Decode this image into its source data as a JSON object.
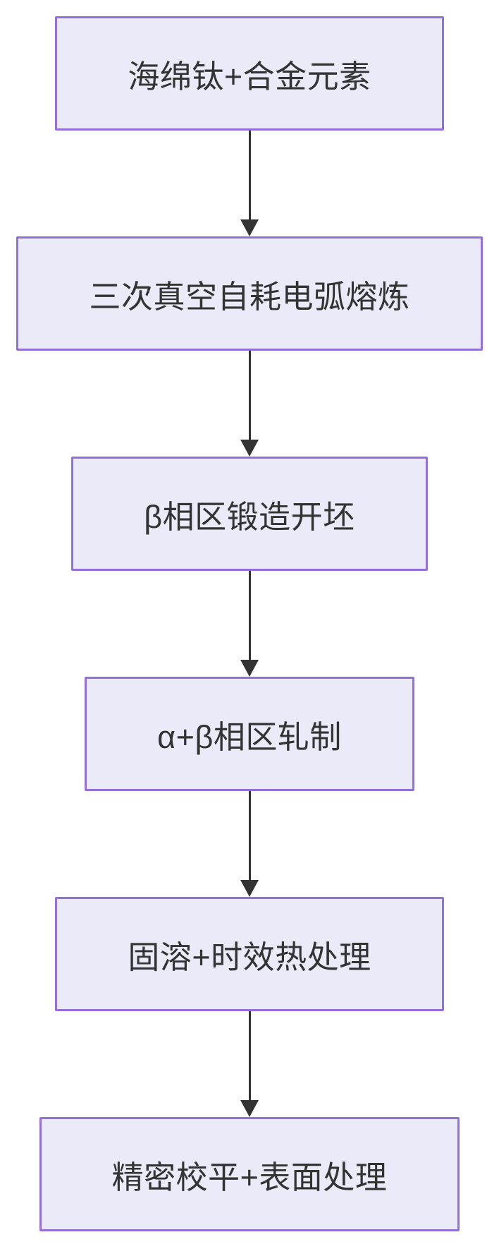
{
  "diagram": {
    "type": "flowchart",
    "direction": "top-down",
    "title": "",
    "nodes": [
      {
        "id": "n1",
        "label": "海绵钛+合金元素"
      },
      {
        "id": "n2",
        "label": "三次真空自耗电弧熔炼"
      },
      {
        "id": "n3",
        "label": "β相区锻造开坯"
      },
      {
        "id": "n4",
        "label": "α+β相区轧制"
      },
      {
        "id": "n5",
        "label": "固溶+时效热处理"
      },
      {
        "id": "n6",
        "label": "精密校平+表面处理"
      }
    ],
    "edges": [
      {
        "from": "n1",
        "to": "n2",
        "style": "arrow-down"
      },
      {
        "from": "n2",
        "to": "n3",
        "style": "arrow-down"
      },
      {
        "from": "n3",
        "to": "n4",
        "style": "arrow-down"
      },
      {
        "from": "n4",
        "to": "n5",
        "style": "arrow-down"
      },
      {
        "from": "n5",
        "to": "n6",
        "style": "arrow-down"
      }
    ],
    "colors": {
      "node_fill": "#EAEAF9",
      "node_border": "#9370DB",
      "text": "#333333",
      "arrow": "#333333",
      "background": "#FFFFFF"
    }
  }
}
